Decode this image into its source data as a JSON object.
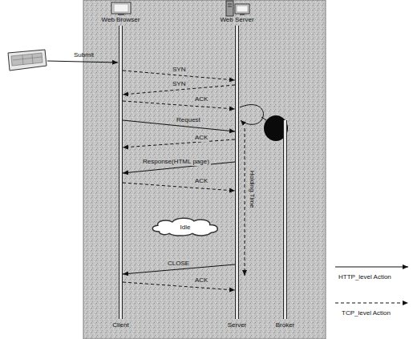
{
  "diagram": {
    "nodes": [
      {
        "text": [
          "Web Browser",
          "Client"
        ]
      },
      {
        "text": [
          "Web Server",
          "Server"
        ]
      },
      {
        "text": [
          "Broker"
        ]
      },
      {
        "text": [
          "Idle"
        ]
      }
    ],
    "edges": [
      {
        "from": 0,
        "to": 1,
        "arrow": "to",
        "label": "SYN"
      },
      {
        "from": 1,
        "to": 0,
        "arrow": "to",
        "label": "SYN"
      },
      {
        "from": 0,
        "to": 1,
        "arrow": "to",
        "label": "ACK"
      },
      {
        "from": 0,
        "to": 1,
        "arrow": "to",
        "label": "Request"
      },
      {
        "from": 1,
        "to": 0,
        "arrow": "to",
        "label": "ACK"
      },
      {
        "from": 1,
        "to": 0,
        "arrow": "to",
        "label": "Response(HTML page)"
      },
      {
        "from": 0,
        "to": 1,
        "arrow": "to",
        "label": "ACK"
      },
      {
        "from": 1,
        "to": 0,
        "arrow": "to",
        "label": "CLOSE"
      },
      {
        "from": 0,
        "to": 1,
        "arrow": "to",
        "label": "ACK"
      }
    ],
    "labels": [
      "Submit",
      "Holding Time"
    ],
    "legend": [
      {
        "text": "HTTP_level Action"
      },
      {
        "text": "TCP_level Action"
      }
    ]
  }
}
